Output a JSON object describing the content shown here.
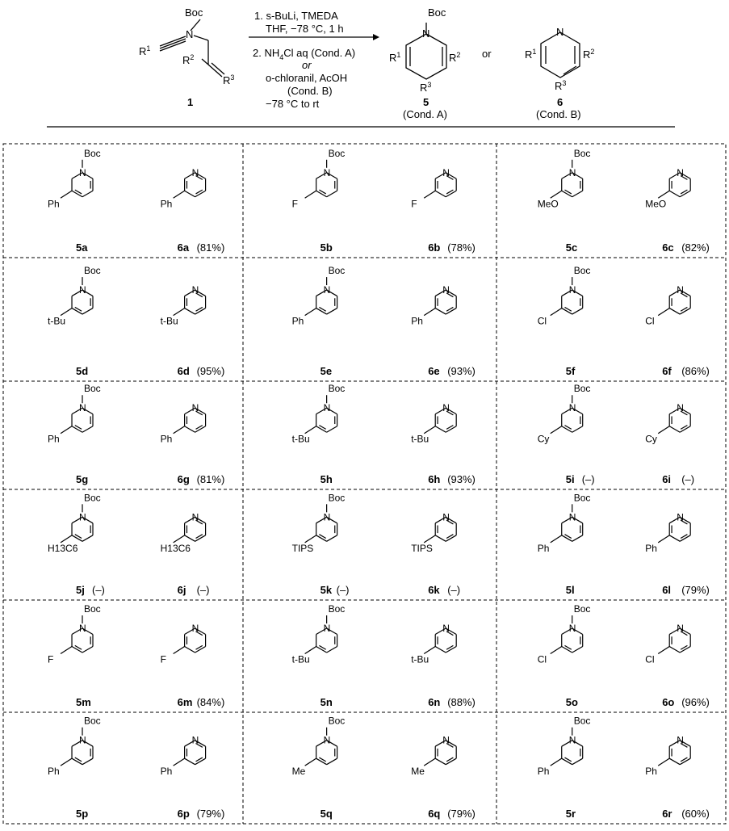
{
  "scheme": {
    "reactant_id": "1",
    "reactant_boc": "Boc",
    "reactant_n": "N",
    "r1": "R1",
    "r2": "R2",
    "r3": "R3",
    "conditions": [
      "1. s-BuLi, TMEDA",
      "THF, −78 °C, 1 h",
      "2. NH4Cl aq (Cond. A)",
      "or",
      "o-chloranil, AcOH",
      "(Cond. B)",
      "−78 °C to rt"
    ],
    "product5_id": "5",
    "product5_cond": "(Cond. A)",
    "or_text": "or",
    "product6_id": "6",
    "product6_cond": "(Cond. B)"
  },
  "cells": [
    {
      "a": {
        "id": "5a",
        "y": ""
      },
      "b": {
        "id": "6a",
        "y": "(81%)"
      },
      "sub": "Ph"
    },
    {
      "a": {
        "id": "5b",
        "y": ""
      },
      "b": {
        "id": "6b",
        "y": "(78%)"
      },
      "sub": "F"
    },
    {
      "a": {
        "id": "5c",
        "y": ""
      },
      "b": {
        "id": "6c",
        "y": "(82%)"
      },
      "sub": "MeO"
    },
    {
      "a": {
        "id": "5d",
        "y": ""
      },
      "b": {
        "id": "6d",
        "y": "(95%)"
      },
      "sub": "t-Bu"
    },
    {
      "a": {
        "id": "5e",
        "y": ""
      },
      "b": {
        "id": "6e",
        "y": "(93%)"
      },
      "sub": "Ph"
    },
    {
      "a": {
        "id": "5f",
        "y": ""
      },
      "b": {
        "id": "6f",
        "y": "(86%)"
      },
      "sub": "Cl"
    },
    {
      "a": {
        "id": "5g",
        "y": ""
      },
      "b": {
        "id": "6g",
        "y": "(81%)"
      },
      "sub": "Ph"
    },
    {
      "a": {
        "id": "5h",
        "y": ""
      },
      "b": {
        "id": "6h",
        "y": "(93%)"
      },
      "sub": "t-Bu"
    },
    {
      "a": {
        "id": "5i",
        "y": "(–)"
      },
      "b": {
        "id": "6i",
        "y": "(–)"
      },
      "sub": "Cy"
    },
    {
      "a": {
        "id": "5j",
        "y": "(–)"
      },
      "b": {
        "id": "6j",
        "y": "(–)"
      },
      "sub": "H13C6"
    },
    {
      "a": {
        "id": "5k",
        "y": "(–)"
      },
      "b": {
        "id": "6k",
        "y": "(–)"
      },
      "sub": "TIPS"
    },
    {
      "a": {
        "id": "5l",
        "y": ""
      },
      "b": {
        "id": "6l",
        "y": "(79%)"
      },
      "sub": "Ph"
    },
    {
      "a": {
        "id": "5m",
        "y": ""
      },
      "b": {
        "id": "6m",
        "y": "(84%)"
      },
      "sub": "F"
    },
    {
      "a": {
        "id": "5n",
        "y": ""
      },
      "b": {
        "id": "6n",
        "y": "(88%)"
      },
      "sub": "t-Bu"
    },
    {
      "a": {
        "id": "5o",
        "y": ""
      },
      "b": {
        "id": "6o",
        "y": "(96%)"
      },
      "sub": "Cl"
    },
    {
      "a": {
        "id": "5p",
        "y": ""
      },
      "b": {
        "id": "6p",
        "y": "(79%)"
      },
      "sub": "Ph"
    },
    {
      "a": {
        "id": "5q",
        "y": ""
      },
      "b": {
        "id": "6q",
        "y": "(79%)"
      },
      "sub": "Me"
    },
    {
      "a": {
        "id": "5r",
        "y": ""
      },
      "b": {
        "id": "6r",
        "y": "(60%)"
      },
      "sub": "Ph"
    }
  ],
  "atom_labels": {
    "boc": "Boc",
    "n": "N",
    "ph": "Ph",
    "f": "F",
    "meo": "MeO",
    "tbu": "t-Bu",
    "cl": "Cl",
    "cy": "Cy",
    "hex": "H13C6",
    "tips": "TIPS",
    "me": "Me"
  }
}
